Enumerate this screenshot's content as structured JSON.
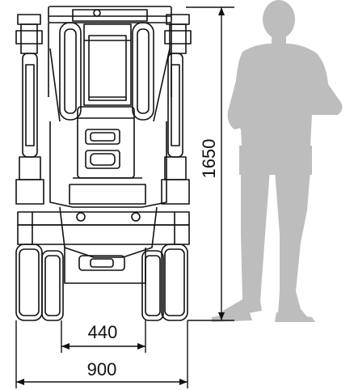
{
  "drawing": {
    "dimensions": {
      "height_value": "1650",
      "track_gap_value": "440",
      "overall_width_value": "900"
    },
    "colors": {
      "line": "#111111",
      "silhouette": "#bdbdbd",
      "background": "#ffffff"
    },
    "icons": {
      "machine": "tracked-lift-front-view",
      "person": "human-silhouette"
    }
  }
}
